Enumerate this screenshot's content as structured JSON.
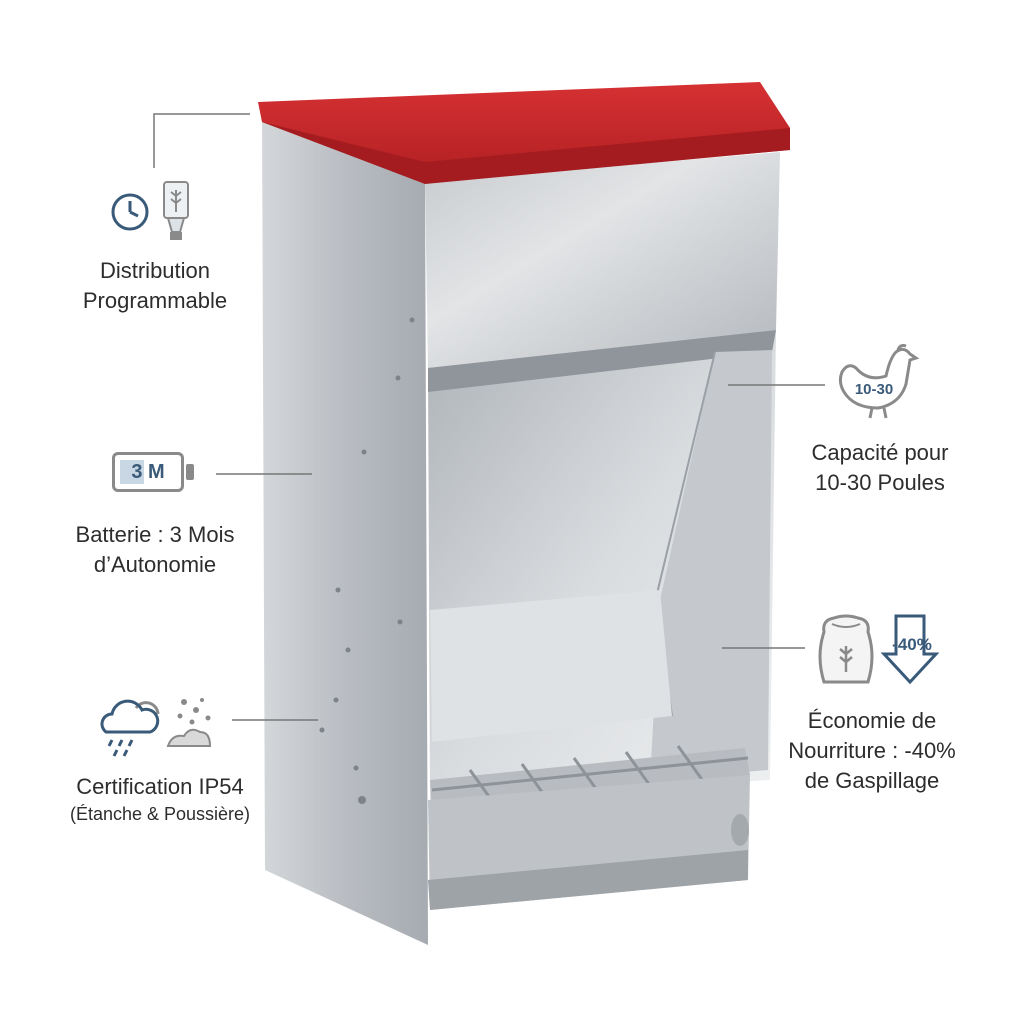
{
  "colors": {
    "lid_red": "#c8282a",
    "steel": "#c9ccd0",
    "icon_blue": "#3a5a7a",
    "icon_gray": "#8a8a8a"
  },
  "features": {
    "distribution": {
      "icon": "clock-dispenser-icon",
      "line1": "Distribution",
      "line2": "Programmable"
    },
    "battery": {
      "icon": "battery-icon",
      "badge": "3 M",
      "line1": "Batterie : 3 Mois",
      "line2": "d’Autonomie"
    },
    "certification": {
      "icon": "weather-dust-icon",
      "line1": "Certification IP54",
      "line2": "(Étanche & Poussière)"
    },
    "capacity": {
      "icon": "chicken-icon",
      "badge": "10-30",
      "line1": "Capacité pour",
      "line2": "10-30 Poules"
    },
    "economy": {
      "icon": "feed-bag-down-arrow-icon",
      "badge": "-40%",
      "line1": "Économie de",
      "line2": "Nourriture : -40%",
      "line3": "de Gaspillage"
    }
  }
}
